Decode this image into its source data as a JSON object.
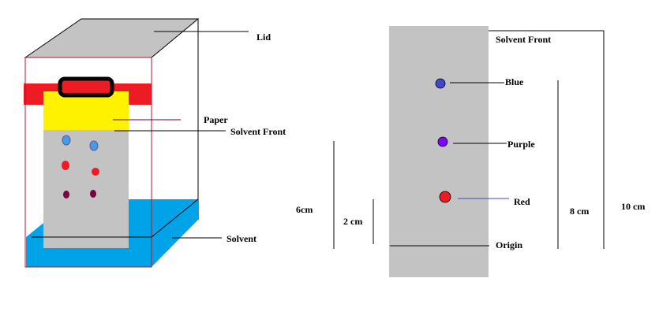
{
  "left_diagram": {
    "labels": {
      "lid": "Lid",
      "paper": "Paper",
      "solvent_front": "Solvent Front",
      "solvent": "Solvent"
    },
    "colors": {
      "lid": "#c3c3c3",
      "clip": "#ed1c24",
      "paper_top": "#fff200",
      "paper": "#c3c3c3",
      "solvent": "#00a2e8",
      "spot_blue": "#3f9fe0",
      "spot_red": "#ed1c24",
      "spot_maroon": "#7a0040"
    }
  },
  "right_diagram": {
    "labels": {
      "solvent_front": "Solvent Front",
      "blue": "Blue",
      "purple": "Purple",
      "red": "Red",
      "origin": "Origin"
    },
    "distances": {
      "red": "2 cm",
      "purple": "6cm",
      "blue": "8 cm",
      "solvent_front": "10 cm"
    },
    "colors": {
      "blue": "#3f48cc",
      "purple": "#7f00ff",
      "red": "#ed1c24"
    }
  }
}
